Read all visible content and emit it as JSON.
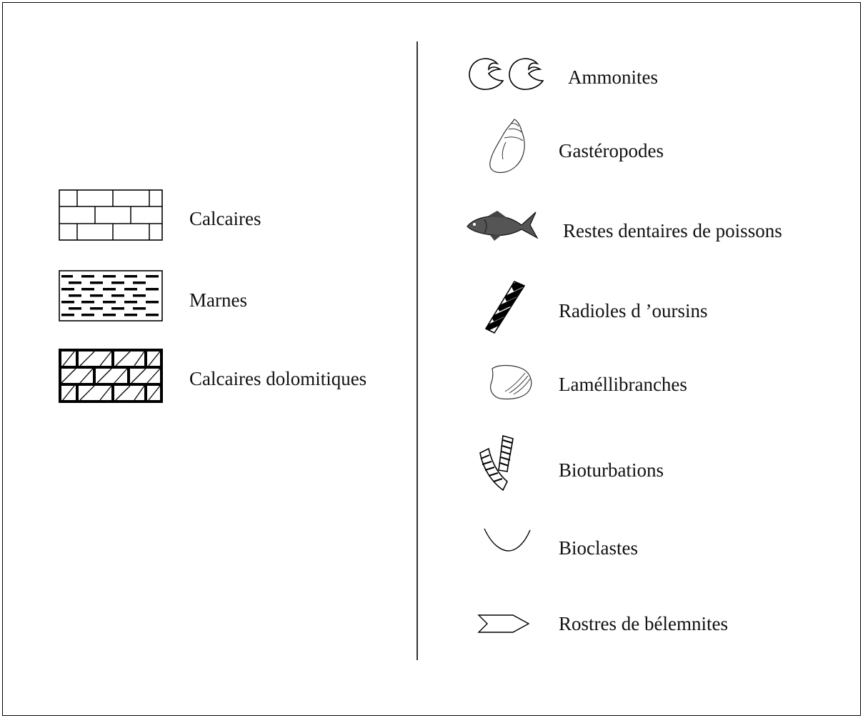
{
  "lithology": [
    {
      "id": "calcaires",
      "label": "Calcaires",
      "icon": "limestone-pattern"
    },
    {
      "id": "marnes",
      "label": "Marnes",
      "icon": "marl-pattern"
    },
    {
      "id": "calcaires-dolomitiques",
      "label": "Calcaires dolomitiques",
      "icon": "dolomitic-limestone-pattern"
    }
  ],
  "fossils": [
    {
      "id": "ammonites",
      "label": "Ammonites",
      "icon": "ammonite-icon"
    },
    {
      "id": "gasteropodes",
      "label": "Gastéropodes",
      "icon": "gastropod-icon"
    },
    {
      "id": "poissons",
      "label": "Restes dentaires de poissons",
      "icon": "fish-icon"
    },
    {
      "id": "radioles",
      "label": "Radioles d ’oursins",
      "icon": "sea-urchin-spine-icon"
    },
    {
      "id": "lamellibranches",
      "label": "Laméllibranches",
      "icon": "bivalve-icon"
    },
    {
      "id": "bioturbations",
      "label": "Bioturbations",
      "icon": "bioturbation-icon"
    },
    {
      "id": "bioclastes",
      "label": "Bioclastes",
      "icon": "bioclast-icon"
    },
    {
      "id": "belemnites",
      "label": "Rostres de bélemnites",
      "icon": "belemnite-rostrum-icon"
    }
  ]
}
